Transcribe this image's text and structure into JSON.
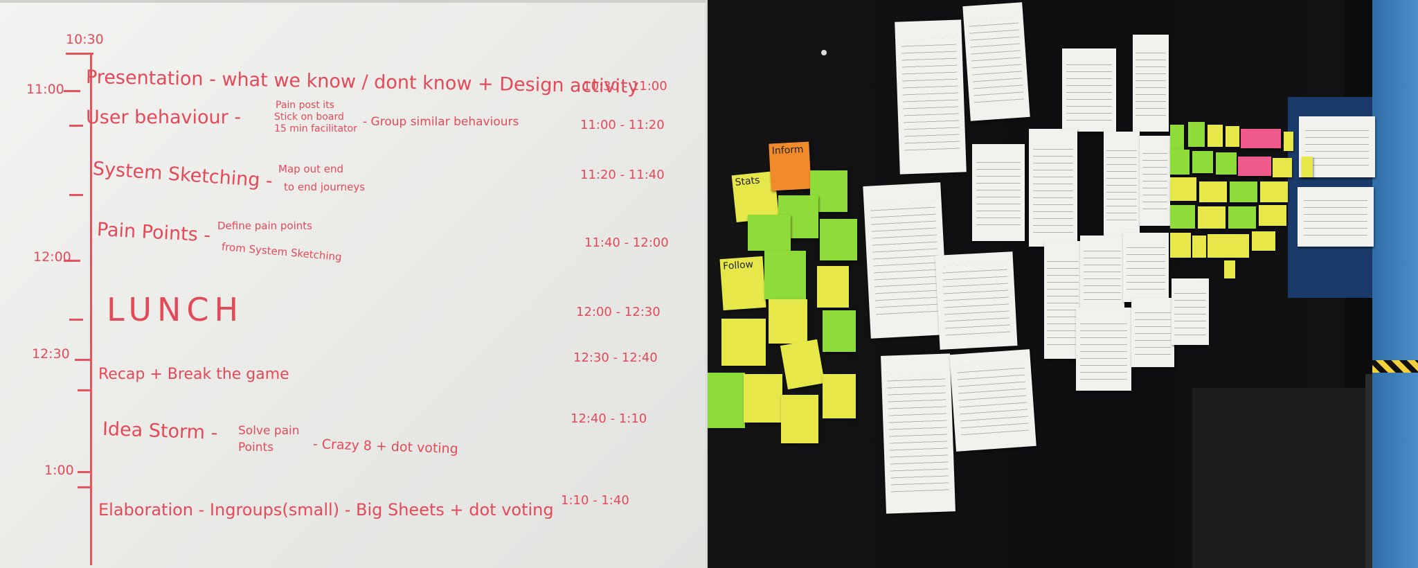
{
  "whiteboard": {
    "times": [
      "10:30",
      "11:00",
      "12:00",
      "12:30",
      "1:00"
    ],
    "agenda": {
      "presentation": {
        "title": "Presentation - what we know / dont know + Design activity",
        "slot": "10:30 - 11:00"
      },
      "user_behaviour": {
        "title": "User behaviour -",
        "notes": [
          "Pain post its",
          "Stick on board",
          "15 min facilitator"
        ],
        "trail": "- Group similar behaviours",
        "slot": "11:00 - 11:20"
      },
      "system_sketching": {
        "title": "System Sketching -",
        "notes": [
          "Map out end",
          "to end journeys"
        ],
        "slot": "11:20 - 11:40"
      },
      "pain_points": {
        "title": "Pain Points -",
        "notes": [
          "Define pain points",
          "from System Sketching"
        ],
        "slot": "11:40 - 12:00"
      },
      "lunch": {
        "title": "LUNCH",
        "slot": "12:00 - 12:30"
      },
      "recap": {
        "title": "Recap + Break the game",
        "slot": "12:30 - 12:40"
      },
      "idea_storm": {
        "title": "Idea Storm -",
        "notes": [
          "Solve pain",
          "Points"
        ],
        "trail": "- Crazy 8 + dot voting",
        "slot": "12:40 - 1:10"
      },
      "elaboration": {
        "title": "Elaboration - Ingroups(small) - Big Sheets + dot voting",
        "slot": "1:10 - 1:40"
      }
    }
  },
  "wall": {
    "sticky_labels": {
      "stats": "Stats",
      "inform": "Inform",
      "follow": "Follow"
    },
    "colors": {
      "yellow": "#e6e84a",
      "green": "#8fdb3a",
      "orange": "#f08a2a",
      "pink": "#f05a8a",
      "paper": "#f1f1ee"
    }
  }
}
